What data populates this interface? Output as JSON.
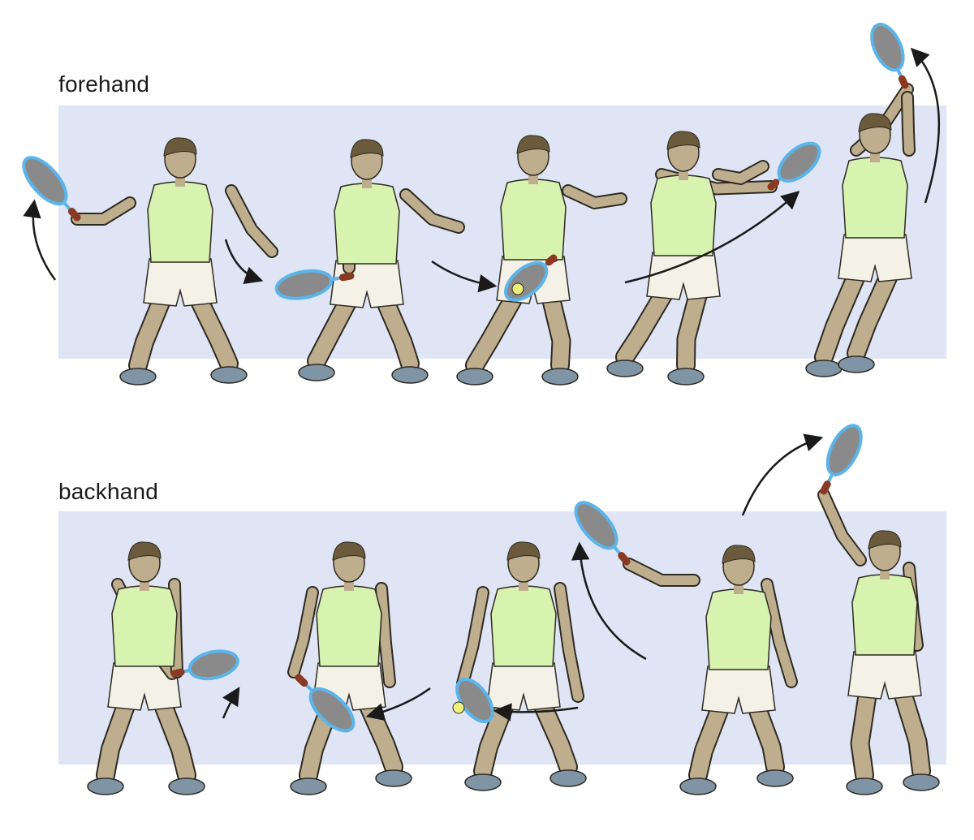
{
  "labels": {
    "forehand": "forehand",
    "backhand": "backhand"
  },
  "colors": {
    "band": "#dfe5f5",
    "shirt": "#d8f2b0",
    "shorts": "#f4f1e6",
    "skin": "#bfae8e",
    "hair": "#6b5a3c",
    "shoe": "#7f95a6",
    "racket_frame": "#5bb4ea",
    "racket_string": "#8a8a8a",
    "ball": "#eef07a",
    "arrow": "#1a1a1a"
  },
  "figures": [
    {
      "row": "forehand",
      "stage": 1
    },
    {
      "row": "forehand",
      "stage": 2
    },
    {
      "row": "forehand",
      "stage": 3
    },
    {
      "row": "forehand",
      "stage": 4
    },
    {
      "row": "forehand",
      "stage": 5
    },
    {
      "row": "backhand",
      "stage": 1
    },
    {
      "row": "backhand",
      "stage": 2
    },
    {
      "row": "backhand",
      "stage": 3
    },
    {
      "row": "backhand",
      "stage": 4
    },
    {
      "row": "backhand",
      "stage": 5
    }
  ]
}
